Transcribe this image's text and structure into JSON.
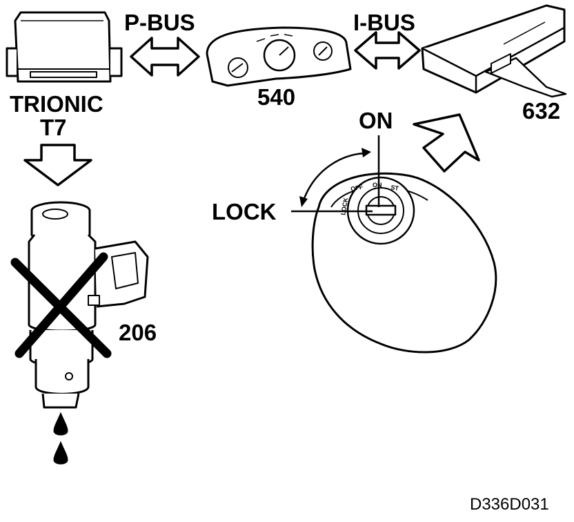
{
  "labels": {
    "p_bus": "P-BUS",
    "i_bus": "I-BUS",
    "trionic_line1": "TRIONIC",
    "trionic_line2": "T7",
    "cluster": "540",
    "module": "632",
    "on": "ON",
    "lock": "LOCK",
    "injector": "206",
    "drawing_code": "D336D031"
  },
  "switch_positions": {
    "lock": "LOCK",
    "off": "OFF",
    "on": "ON",
    "start": "ST"
  }
}
